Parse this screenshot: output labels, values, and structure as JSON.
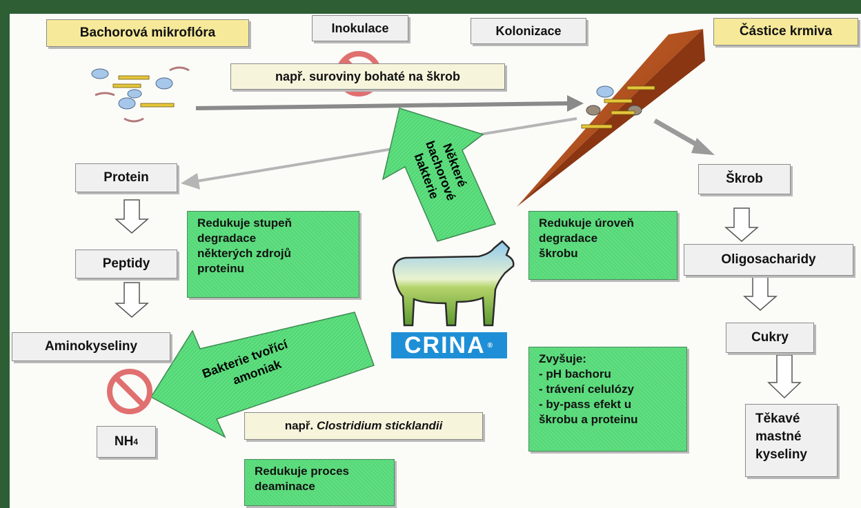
{
  "labels": {
    "mikroflora": "Bachorová mikroflóra",
    "inokulace": "Inokulace",
    "kolonizace": "Kolonizace",
    "castice": "Částice krmiva",
    "skrob_example": "např. suroviny bohaté na škrob",
    "protein": "Protein",
    "peptidy": "Peptidy",
    "aminokyseliny": "Aminokyseliny",
    "nh4": "NH",
    "nh4_sub": "4",
    "skrob": "Škrob",
    "oligosacharidy": "Oligosacharidy",
    "cukry": "Cukry",
    "tmk": "Těkavé\nmastné\nkyseliny",
    "green_protein": "Redukuje stupeň\ndegradace\nněkterých zdrojů\nproteinu",
    "green_skrob": "Redukuje úroveň\ndegradace\nškrobu",
    "green_zvysuje": "Zvyšuje:\n- pH bachoru\n- trávení celulózy\n- by-pass efekt u\nškrobu a proteinu",
    "green_deaminace": "Redukuje proces\ndeaminace",
    "clostridium_prefix": "např. ",
    "clostridium_name": "Clostridium sticklandii",
    "arrow_up_line1": "Některé",
    "arrow_up_line2": "bachorové",
    "arrow_up_line3": "bakterie",
    "arrow_left_line1": "Bakterie tvořící",
    "arrow_left_line2": "amoniak",
    "logo": "CRINA",
    "logo_mark": "®"
  },
  "colors": {
    "frame": "#2e5e34",
    "green_box": "#5ee080",
    "yellow_box": "#f6e99a",
    "feed_particle": "#b2501c",
    "logo_blue": "#1e8fd6",
    "prohibition": "#e07070"
  },
  "icons": [
    "prohibition-icon",
    "cow-icon",
    "down-arrow-icon",
    "bacteria-icon"
  ]
}
